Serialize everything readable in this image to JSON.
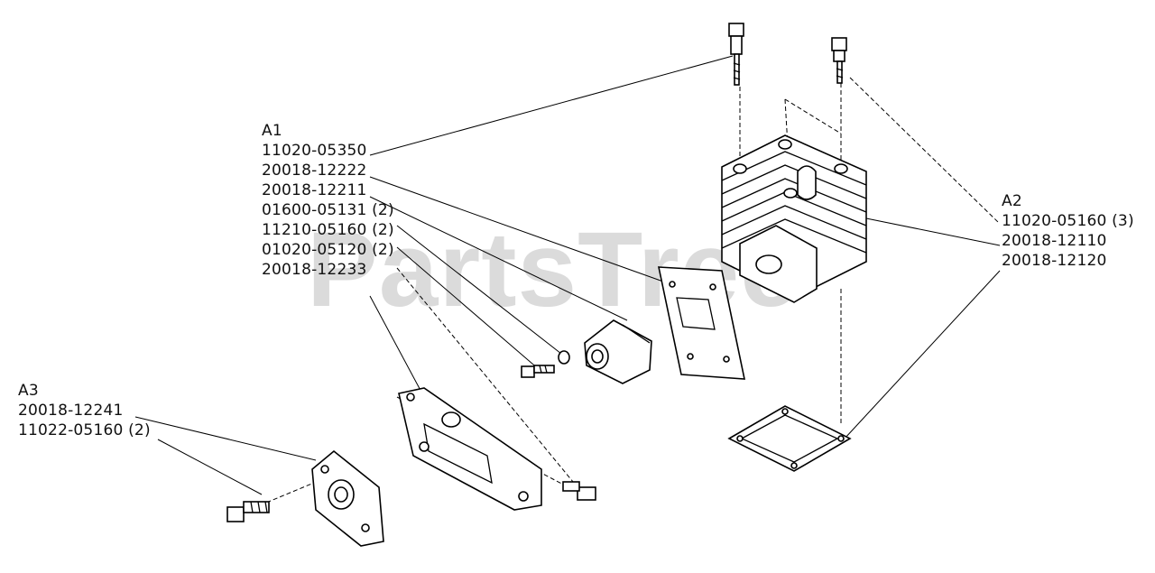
{
  "watermark": "PartsTree",
  "groups": {
    "a1": {
      "id": "A1",
      "parts": [
        "11020-05350",
        "20018-12222",
        "20018-12211",
        "01600-05131 (2)",
        "11210-05160 (2)",
        "01020-05120 (2)",
        "20018-12233"
      ]
    },
    "a2": {
      "id": "A2",
      "parts": [
        "11020-05160 (3)",
        "20018-12110",
        "20018-12120"
      ]
    },
    "a3": {
      "id": "A3",
      "parts": [
        "20018-12241",
        "11022-05160 (2)"
      ]
    }
  }
}
